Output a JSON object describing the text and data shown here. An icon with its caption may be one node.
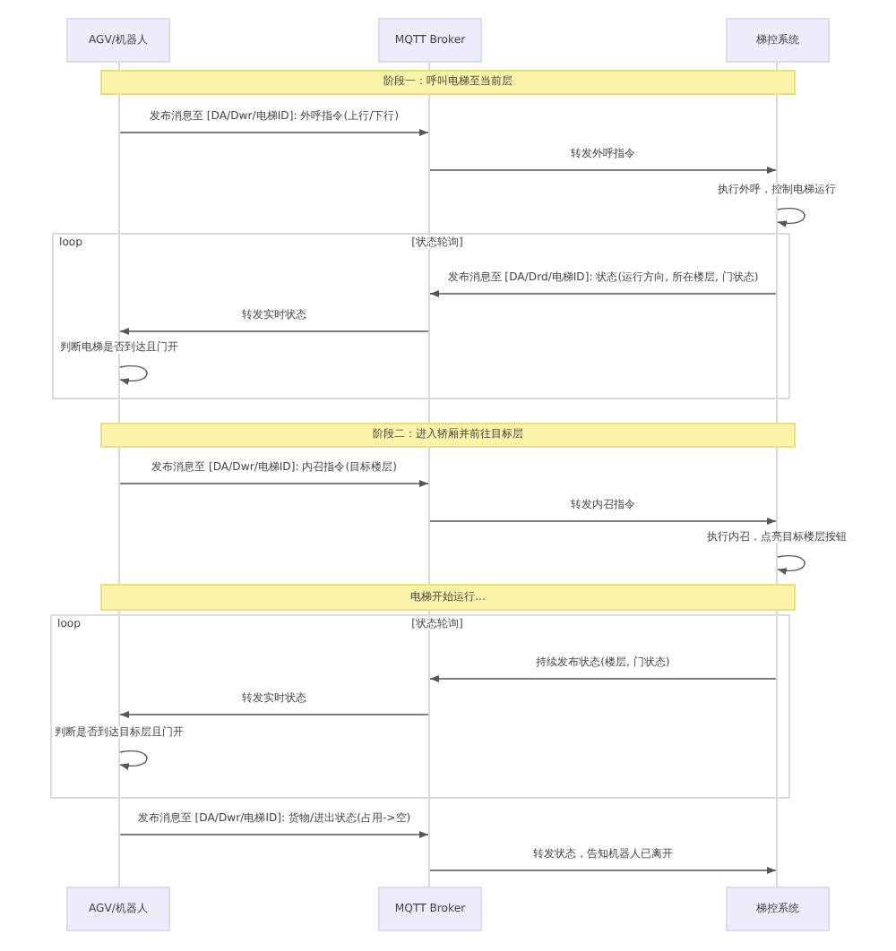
{
  "diagram": {
    "nodes": [
      {
        "text": [
          "AGV/机器人"
        ]
      },
      {
        "text": [
          "MQTT Broker"
        ]
      },
      {
        "text": [
          "梯控系统"
        ]
      },
      {
        "text": [],
        "shape": "line"
      },
      {
        "text": [],
        "shape": "line"
      },
      {
        "text": [],
        "shape": "line"
      },
      {
        "text": [
          "阶段一：呼叫电梯至当前层"
        ]
      },
      {
        "text": [
          "阶段二：进入轿厢并前往目标层"
        ]
      },
      {
        "text": [
          "电梯开始运行..."
        ]
      },
      {
        "text": [
          "AGV/机器人"
        ]
      },
      {
        "text": [
          "MQTT Broker"
        ]
      },
      {
        "text": [
          "梯控系统"
        ]
      }
    ],
    "edges": [
      {
        "from": 3,
        "to": 4,
        "arrow": "to",
        "label": "发布消息至 [DA/Dwr/电梯ID]: 外呼指令(上行/下行)"
      },
      {
        "from": 4,
        "to": 5,
        "arrow": "to",
        "label": "转发外呼指令"
      },
      {
        "from": 5,
        "to": 5,
        "arrow": "to",
        "label": "执行外呼，控制电梯运行"
      },
      {
        "from": 5,
        "to": 4,
        "arrow": "to",
        "label": "发布消息至 [DA/Drd/电梯ID]: 状态(运行方向, 所在楼层, 门状态)"
      },
      {
        "from": 4,
        "to": 3,
        "arrow": "to",
        "label": "转发实时状态"
      },
      {
        "from": 3,
        "to": 3,
        "arrow": "to",
        "label": "判断电梯是否到达且门开"
      },
      {
        "from": 3,
        "to": 4,
        "arrow": "to",
        "label": "发布消息至 [DA/Dwr/电梯ID]: 内召指令(目标楼层)"
      },
      {
        "from": 4,
        "to": 5,
        "arrow": "to",
        "label": "转发内召指令"
      },
      {
        "from": 5,
        "to": 5,
        "arrow": "to",
        "label": "执行内召，点亮目标楼层按钮"
      },
      {
        "from": 5,
        "to": 4,
        "arrow": "to",
        "label": "持续发布状态(楼层, 门状态)"
      },
      {
        "from": 4,
        "to": 3,
        "arrow": "to",
        "label": "转发实时状态"
      },
      {
        "from": 3,
        "to": 3,
        "arrow": "to",
        "label": "判断是否到达目标层且门开"
      },
      {
        "from": 3,
        "to": 4,
        "arrow": "to",
        "label": "发布消息至 [DA/Dwr/电梯ID]: 货物/进出状态(占用->空)"
      },
      {
        "from": 4,
        "to": 5,
        "arrow": "to",
        "label": "转发状态，告知机器人已离开"
      }
    ],
    "labels": [
      "loop",
      "[状态轮询]",
      "loop",
      "[状态轮询]"
    ]
  }
}
